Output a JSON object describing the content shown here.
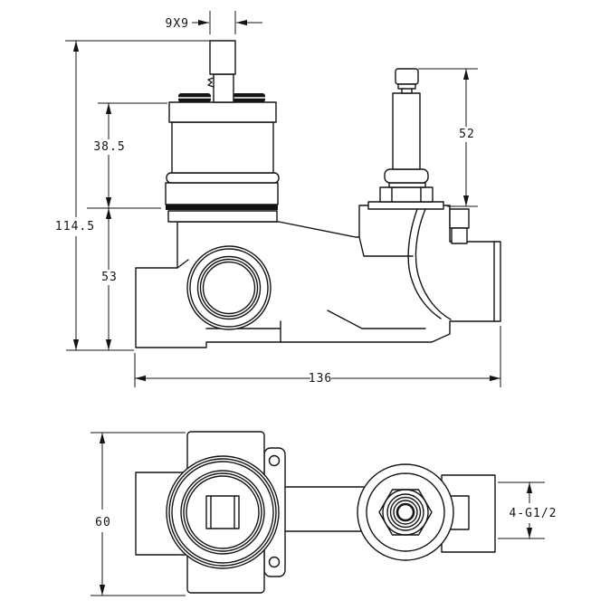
{
  "drawing": {
    "title": "concealed-valve-technical-drawing",
    "colors": {
      "line": "#141414",
      "background": "#ffffff"
    },
    "front_view": {
      "dim_stem_square": "9X9",
      "dim_cartridge_height": "38.5",
      "dim_total_height": "114.5",
      "dim_center_to_base": "53",
      "dim_diverter_stem_height": "52",
      "dim_overall_width": "136"
    },
    "plan_view": {
      "dim_body_depth": "60",
      "dim_ports_thread": "4-G1/2"
    }
  }
}
